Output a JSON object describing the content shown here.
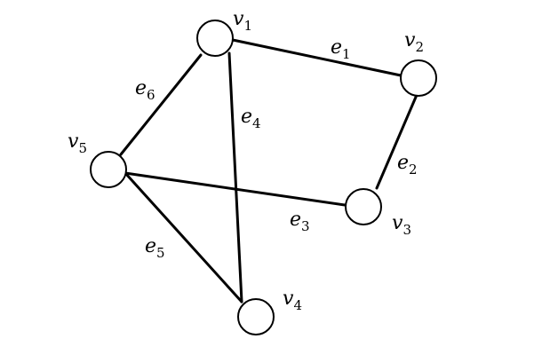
{
  "graph": {
    "vertices": [
      {
        "id": "v1",
        "name": "v",
        "sub": "1"
      },
      {
        "id": "v2",
        "name": "v",
        "sub": "2"
      },
      {
        "id": "v3",
        "name": "v",
        "sub": "3"
      },
      {
        "id": "v4",
        "name": "v",
        "sub": "4"
      },
      {
        "id": "v5",
        "name": "v",
        "sub": "5"
      }
    ],
    "edges": [
      {
        "id": "e1",
        "name": "e",
        "sub": "1",
        "from": "v1",
        "to": "v2"
      },
      {
        "id": "e2",
        "name": "e",
        "sub": "2",
        "from": "v2",
        "to": "v3"
      },
      {
        "id": "e3",
        "name": "e",
        "sub": "3",
        "from": "v5",
        "to": "v3"
      },
      {
        "id": "e4",
        "name": "e",
        "sub": "4",
        "from": "v1",
        "to": "v4"
      },
      {
        "id": "e5",
        "name": "e",
        "sub": "5",
        "from": "v5",
        "to": "v4"
      },
      {
        "id": "e6",
        "name": "e",
        "sub": "6",
        "from": "v1",
        "to": "v5"
      }
    ],
    "colors": {
      "stroke": "#000000",
      "node_fill": "#ffffff",
      "background": "#ffffff"
    }
  }
}
